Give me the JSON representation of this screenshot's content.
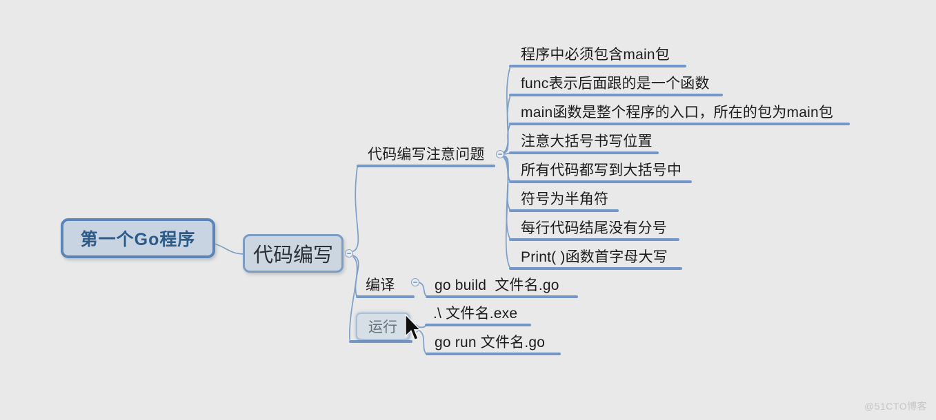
{
  "root": {
    "label": "第一个Go程序"
  },
  "main_branch": {
    "label": "代码编写"
  },
  "notes": {
    "label": "代码编写注意问题",
    "children": [
      "程序中必须包含main包",
      "func表示后面跟的是一个函数",
      "main函数是整个程序的入口，所在的包为main包",
      "注意大括号书写位置",
      "所有代码都写到大括号中",
      "符号为半角符",
      "每行代码结尾没有分号",
      "Print( )函数首字母大写"
    ]
  },
  "compile": {
    "label": "编译",
    "children": [
      "go build  文件名.go"
    ]
  },
  "run": {
    "label": "运行",
    "children": [
      ".\\ 文件名.exe",
      "go run 文件名.go"
    ]
  },
  "watermark": "@51CTO博客",
  "icons": {
    "collapse": "collapse-minus-icon",
    "cursor": "mouse-cursor-icon"
  },
  "colors": {
    "background": "#e9e9e9",
    "connector_line": "#7d9fc7",
    "underline": "#7398c7",
    "root_border": "#5b84b8",
    "root_fill": "#c8d4e2",
    "root_text": "#2d5a87",
    "branch_border": "#7a9cc5",
    "branch_fill": "#ccd6e0",
    "selected_fill": "#d6dee6",
    "watermark_text": "#c6c6c6"
  }
}
